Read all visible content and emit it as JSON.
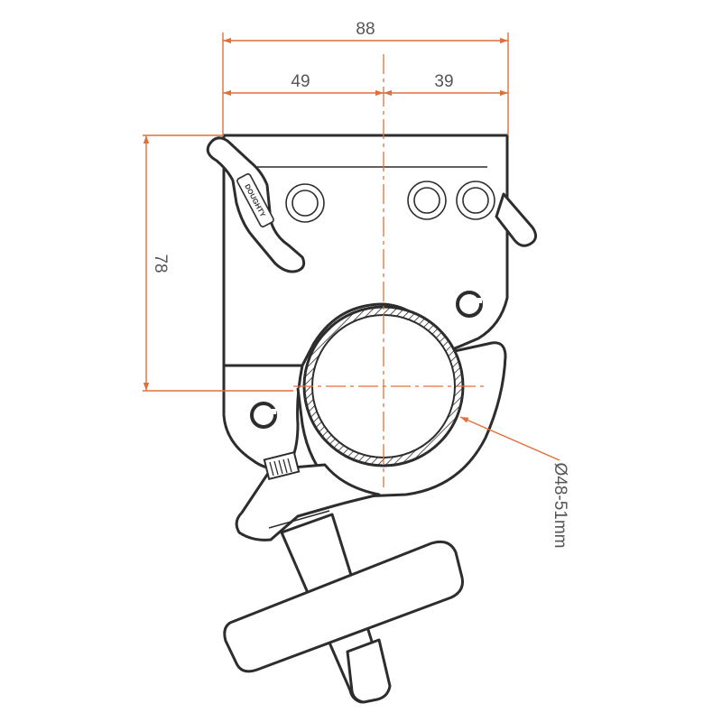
{
  "dimensions": {
    "overall_width": "88",
    "left_offset": "49",
    "right_offset": "39",
    "height": "78",
    "tube_diameter": "Ø48-51mm"
  },
  "logo_text": "DOUGHTY",
  "colors": {
    "dimension_line": "#e0703a",
    "center_line": "#e0703a",
    "outline": "#2d2d2d",
    "text": "#555555"
  },
  "icons": [
    "arrowhead-icon",
    "bolt-hole-icon",
    "circlip-icon",
    "wing-handle-icon",
    "hand-wheel-icon"
  ]
}
